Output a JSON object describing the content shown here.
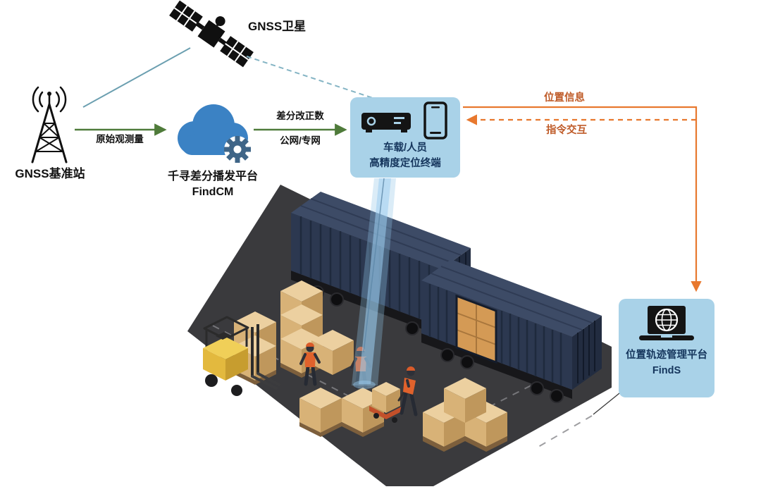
{
  "nodes": {
    "satellite": {
      "label": "GNSS卫星"
    },
    "base_station": {
      "label": "GNSS基准站"
    },
    "cloud": {
      "line1": "千寻差分播发平台",
      "line2": "FindCM"
    },
    "terminal": {
      "line1": "车载/人员",
      "line2": "高精度定位终端"
    },
    "platform": {
      "line1": "位置轨迹管理平台",
      "line2": "FindS"
    }
  },
  "links": {
    "raw_obs": {
      "label": "原始观测量"
    },
    "correction": {
      "line1": "差分改正数",
      "line2": "公网/专网"
    },
    "location": {
      "label": "位置信息"
    },
    "command": {
      "label": "指令交互"
    }
  },
  "colors": {
    "bubble_background": "#a9d2e8",
    "cloud_blue": "#3b82c4",
    "gear_blue": "#3f6587",
    "green_arrow": "#4f7b3a",
    "orange_arrow": "#e8782e",
    "orange_label": "#bf5b28",
    "teal_line": "#6b9fb0",
    "navy_text": "#15355c",
    "floor_gray": "#3a3a3d",
    "container_navy": "#2c3850",
    "crate_tan": "#d8b277",
    "forklift_yellow": "#e3b93e",
    "beam_blue": "#8fc3e6"
  }
}
